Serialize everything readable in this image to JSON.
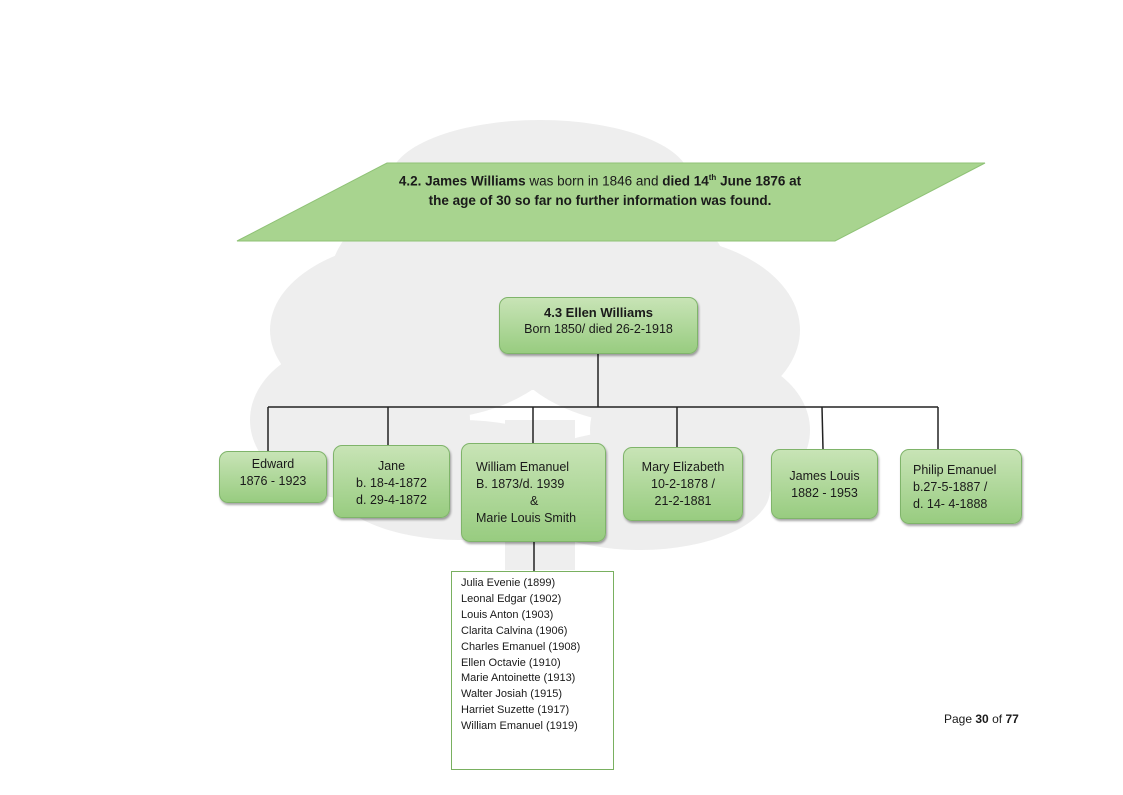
{
  "banner": {
    "number": "4.2.",
    "name": "James Williams",
    "text_plain": "was born in 1846 and",
    "text_bold_1": "died 14",
    "superscript": "th",
    "text_bold_2": "June 1876 at",
    "line2": "the age of 30 so far no further information was found."
  },
  "root": {
    "title": "4.3   Ellen Williams",
    "subtitle": "Born 1850/ died 26-2-1918"
  },
  "children": [
    {
      "lines": [
        "Edward",
        "1876 - 1923"
      ]
    },
    {
      "lines": [
        "Jane",
        "b. 18-4-1872",
        "d. 29-4-1872"
      ]
    },
    {
      "lines": [
        "William Emanuel",
        "B. 1873/d. 1939",
        "&",
        "Marie  Louis Smith"
      ]
    },
    {
      "lines": [
        "Mary Elizabeth",
        "10-2-1878 /",
        "21-2-1881"
      ]
    },
    {
      "lines": [
        "James Louis",
        "1882 - 1953"
      ]
    },
    {
      "lines": [
        "Philip Emanuel",
        "b.27-5-1887 /",
        "d. 14- 4-1888"
      ]
    }
  ],
  "grandchildren": [
    "Julia Evenie (1899)",
    "Leonal Edgar (1902)",
    "Louis Anton  (1903)",
    "Clarita Calvina (1906)",
    "Charles Emanuel (1908)",
    "Ellen Octavie (1910)",
    "Marie Antoinette (1913)",
    "Walter Josiah (1915)",
    "Harriet Suzette (1917)",
    "William Emanuel (1919)"
  ],
  "page": {
    "prefix": "Page",
    "current": "30",
    "of": "of",
    "total": "77"
  },
  "colors": {
    "box_fill": "#a8d48f",
    "box_border": "#7fb46a",
    "banner_fill": "#a8d48f",
    "watermark": "#ededed"
  }
}
